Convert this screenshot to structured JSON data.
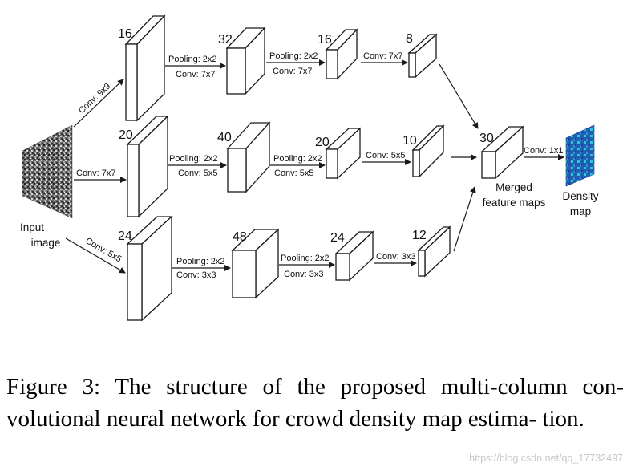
{
  "diagram": {
    "input": {
      "label_line1": "Input",
      "label_line2": "image"
    },
    "columns": [
      {
        "entry_op": "Conv: 9x9",
        "blocks": [
          "16",
          "32",
          "16",
          "8"
        ],
        "ops": [
          {
            "line1": "Pooling: 2x2",
            "line2": "Conv: 7x7"
          },
          {
            "line1": "Pooling: 2x2",
            "line2": "Conv: 7x7"
          },
          {
            "line1": "Conv: 7x7",
            "line2": ""
          }
        ]
      },
      {
        "entry_op": "Conv: 7x7",
        "blocks": [
          "20",
          "40",
          "20",
          "10"
        ],
        "ops": [
          {
            "line1": "Pooling: 2x2",
            "line2": "Conv: 5x5"
          },
          {
            "line1": "Pooling: 2x2",
            "line2": "Conv: 5x5"
          },
          {
            "line1": "Conv: 5x5",
            "line2": ""
          }
        ]
      },
      {
        "entry_op": "Conv: 5x5",
        "blocks": [
          "24",
          "48",
          "24",
          "12"
        ],
        "ops": [
          {
            "line1": "Pooling: 2x2",
            "line2": "Conv: 3x3"
          },
          {
            "line1": "Pooling: 2x2",
            "line2": "Conv: 3x3"
          },
          {
            "line1": "Conv: 3x3",
            "line2": ""
          }
        ]
      }
    ],
    "merged": {
      "count": "30",
      "label_line1": "Merged",
      "label_line2": "feature maps"
    },
    "final_op": "Conv: 1x1",
    "output": {
      "label_line1": "Density",
      "label_line2": "map"
    }
  },
  "caption": {
    "line1": "Figure 3: The structure of the proposed multi-column con-",
    "line2": "volutional neural network for crowd density map estima-",
    "line3": "tion."
  },
  "watermark": "https://blog.csdn.net/qq_17732497",
  "colors": {
    "stroke": "#1a1a1a",
    "density_blue": "#1e5fb0",
    "density_cyan": "#2fc6d8",
    "watermark": "#c7c7c7"
  }
}
